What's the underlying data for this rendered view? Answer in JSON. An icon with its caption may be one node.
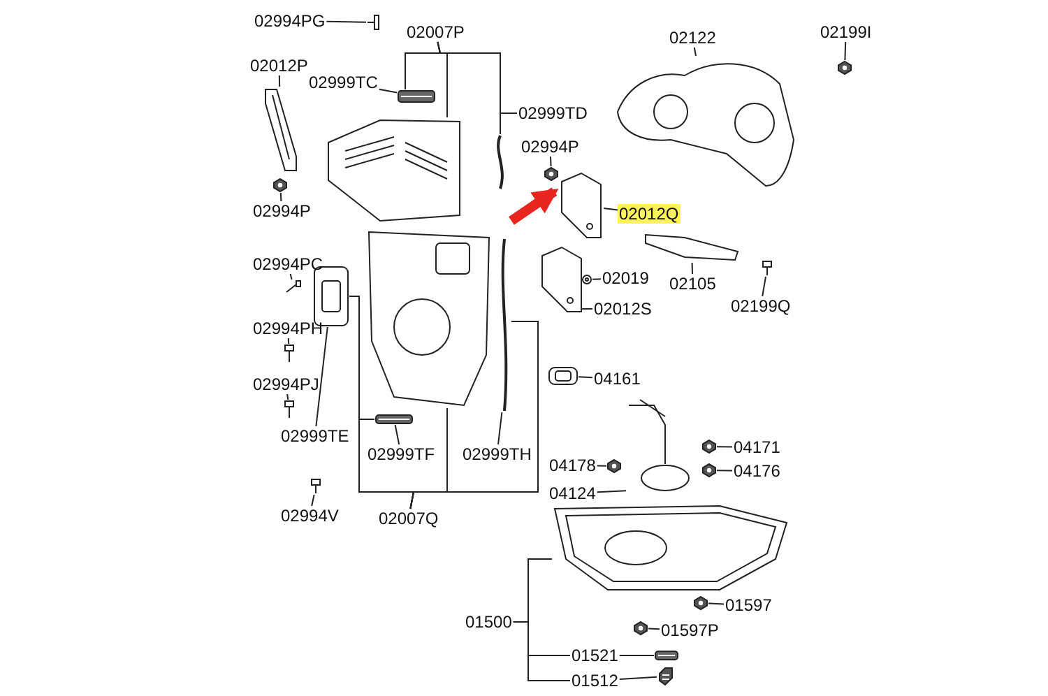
{
  "diagram": {
    "nodes": [
      {
        "text": [
          "02994PG"
        ]
      },
      {
        "text": [
          "02007P"
        ]
      },
      {
        "text": [
          "02012P"
        ]
      },
      {
        "text": [
          "02999TC"
        ]
      },
      {
        "text": [
          "02999TD"
        ]
      },
      {
        "text": [
          "02994P"
        ]
      },
      {
        "text": [
          "02994P"
        ]
      },
      {
        "text": [
          "02012Q"
        ]
      },
      {
        "text": [
          "02199I"
        ]
      },
      {
        "text": [
          "02122"
        ]
      },
      {
        "text": [
          "02994PC"
        ]
      },
      {
        "text": [
          "02019"
        ]
      },
      {
        "text": [
          "02105"
        ]
      },
      {
        "text": [
          "02012S"
        ]
      },
      {
        "text": [
          "02199Q"
        ]
      },
      {
        "text": [
          "02994PH"
        ]
      },
      {
        "text": [
          "02994PJ"
        ]
      },
      {
        "text": [
          "02999TE"
        ]
      },
      {
        "text": [
          "02999TF"
        ]
      },
      {
        "text": [
          "02999TH"
        ]
      },
      {
        "text": [
          "04161"
        ]
      },
      {
        "text": [
          "04171"
        ]
      },
      {
        "text": [
          "04178"
        ]
      },
      {
        "text": [
          "04176"
        ]
      },
      {
        "text": [
          "04124"
        ]
      },
      {
        "text": [
          "02007Q"
        ]
      },
      {
        "text": [
          "02994V"
        ]
      },
      {
        "text": [
          "01597"
        ]
      },
      {
        "text": [
          "01500"
        ]
      },
      {
        "text": [
          "01597P"
        ]
      },
      {
        "text": [
          "01521"
        ]
      },
      {
        "text": [
          "01512"
        ]
      },
      {
        "text": [],
        "shape": "picture"
      },
      {
        "text": [],
        "shape": "picture"
      },
      {
        "text": [],
        "shape": "picture"
      },
      {
        "text": [],
        "shape": "picture"
      },
      {
        "text": [],
        "shape": "picture"
      },
      {
        "text": [],
        "shape": "picture"
      },
      {
        "text": [],
        "shape": "picture"
      },
      {
        "text": [],
        "shape": "picture"
      },
      {
        "text": [],
        "shape": "picture"
      },
      {
        "text": [],
        "shape": "picture"
      },
      {
        "text": [],
        "shape": "picture"
      },
      {
        "text": [],
        "shape": "picture"
      },
      {
        "text": [],
        "shape": "picture"
      },
      {
        "text": [],
        "shape": "picture"
      },
      {
        "text": [],
        "shape": "picture"
      },
      {
        "text": [],
        "shape": "picture"
      },
      {
        "text": [],
        "shape": "picture"
      },
      {
        "text": [],
        "shape": "picture"
      },
      {
        "text": [],
        "shape": "picture"
      },
      {
        "text": [],
        "shape": "picture"
      },
      {
        "text": [],
        "shape": "picture"
      },
      {
        "text": [],
        "shape": "picture"
      },
      {
        "text": [],
        "shape": "picture"
      },
      {
        "text": [],
        "shape": "picture"
      },
      {
        "text": [],
        "shape": "picture"
      },
      {
        "text": [],
        "shape": "picture"
      },
      {
        "text": [],
        "shape": "picture"
      },
      {
        "text": [],
        "shape": "picture"
      },
      {
        "text": [],
        "shape": "picture"
      },
      {
        "text": [],
        "shape": "picture"
      },
      {
        "text": [],
        "shape": "picture"
      },
      {
        "text": [],
        "shape": "picture"
      }
    ],
    "edges": [
      {
        "from": 0,
        "to": 32,
        "arrow": "none"
      },
      {
        "from": 1,
        "to": 33,
        "arrow": "none"
      },
      {
        "from": 1,
        "to": 34,
        "arrow": "none"
      },
      {
        "from": 1,
        "to": 35,
        "arrow": "none"
      },
      {
        "from": 2,
        "to": 36,
        "arrow": "none"
      },
      {
        "from": 3,
        "to": 34,
        "arrow": "none"
      },
      {
        "from": 4,
        "to": 35,
        "arrow": "none"
      },
      {
        "from": 5,
        "to": 37,
        "arrow": "none"
      },
      {
        "from": 6,
        "to": 38,
        "arrow": "none"
      },
      {
        "from": 7,
        "to": 39,
        "arrow": "none"
      },
      {
        "from": 8,
        "to": 40,
        "arrow": "none"
      },
      {
        "from": 9,
        "to": 41,
        "arrow": "none"
      },
      {
        "from": 10,
        "to": 42,
        "arrow": "none"
      },
      {
        "from": 11,
        "to": 48,
        "arrow": "none"
      },
      {
        "from": 12,
        "to": 49,
        "arrow": "none"
      },
      {
        "from": 13,
        "to": 47,
        "arrow": "none"
      },
      {
        "from": 14,
        "to": 50,
        "arrow": "none"
      },
      {
        "from": 15,
        "to": 51,
        "arrow": "none"
      },
      {
        "from": 16,
        "to": 52,
        "arrow": "none"
      },
      {
        "from": 17,
        "to": 44,
        "arrow": "none"
      },
      {
        "from": 18,
        "to": 45,
        "arrow": "none"
      },
      {
        "from": 19,
        "to": 46,
        "arrow": "none"
      },
      {
        "from": 20,
        "to": 54,
        "arrow": "none"
      },
      {
        "from": 21,
        "to": 57,
        "arrow": "none"
      },
      {
        "from": 22,
        "to": 56,
        "arrow": "none"
      },
      {
        "from": 23,
        "to": 58,
        "arrow": "none"
      },
      {
        "from": 24,
        "to": 55,
        "arrow": "none"
      },
      {
        "from": 25,
        "to": 43,
        "arrow": "none"
      },
      {
        "from": 25,
        "to": 44,
        "arrow": "none"
      },
      {
        "from": 25,
        "to": 45,
        "arrow": "none"
      },
      {
        "from": 25,
        "to": 46,
        "arrow": "none"
      },
      {
        "from": 26,
        "to": 53,
        "arrow": "none"
      },
      {
        "from": 27,
        "to": 60,
        "arrow": "none"
      },
      {
        "from": 28,
        "to": 59,
        "arrow": "none"
      },
      {
        "from": 28,
        "to": 30,
        "arrow": "none"
      },
      {
        "from": 28,
        "to": 31,
        "arrow": "none"
      },
      {
        "from": 29,
        "to": 61,
        "arrow": "none"
      },
      {
        "from": 30,
        "to": 62,
        "arrow": "none"
      },
      {
        "from": 31,
        "to": 63,
        "arrow": "none"
      },
      {
        "from": null,
        "to": 39,
        "arrow": "to",
        "style": "thick",
        "color": "#e8251f"
      }
    ]
  }
}
